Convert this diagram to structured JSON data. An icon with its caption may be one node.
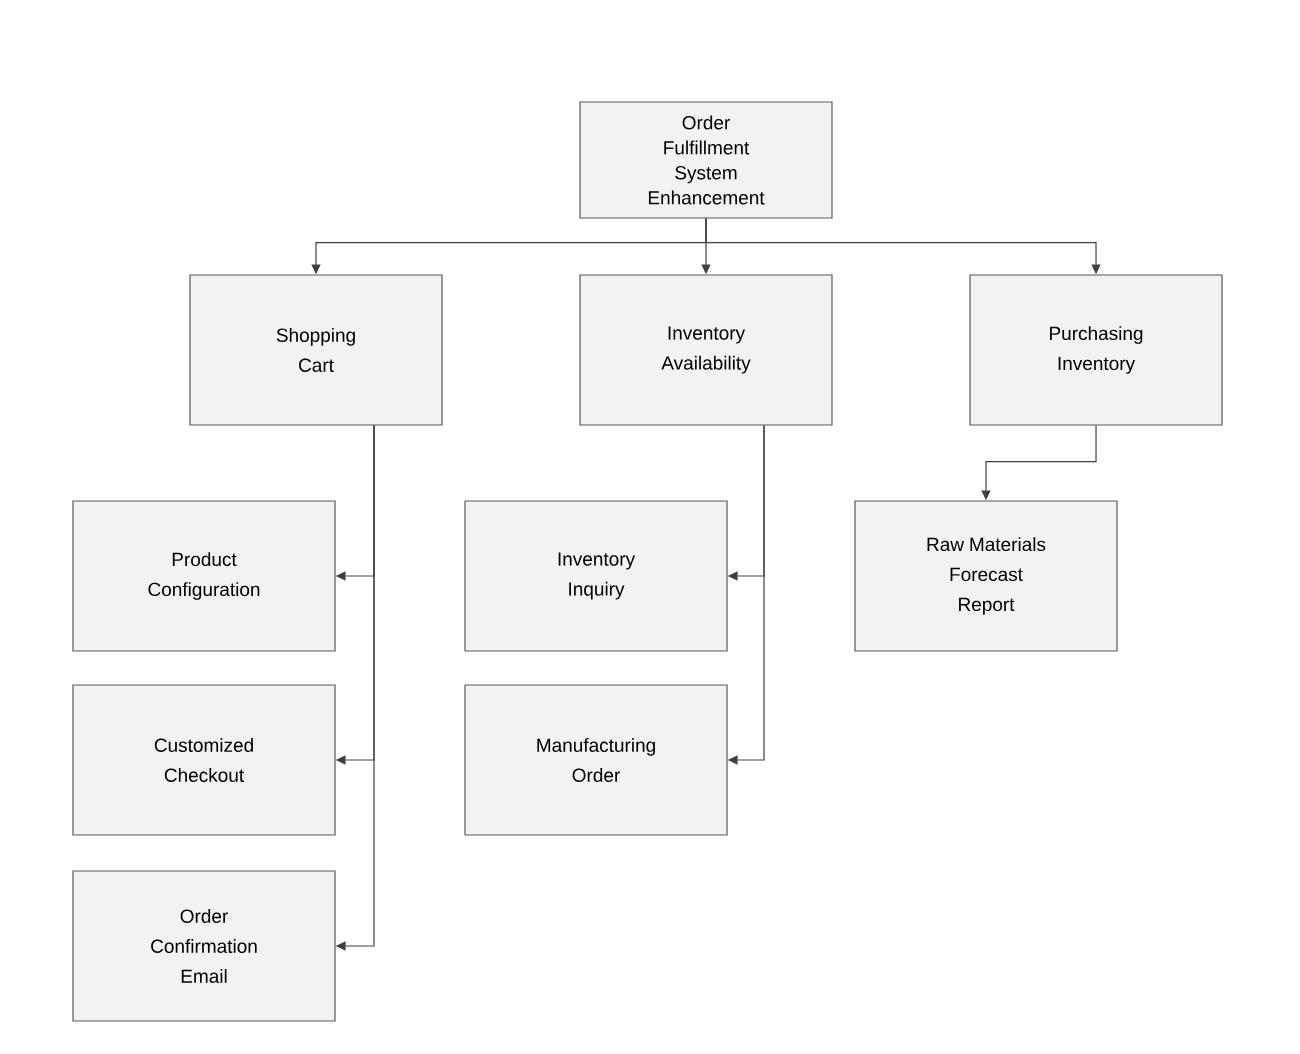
{
  "diagram": {
    "nodes": [
      {
        "text": [
          "Order Fulfillment System Enhancement"
        ]
      },
      {
        "text": [
          "Shopping Cart"
        ]
      },
      {
        "text": [
          "Inventory Availability"
        ]
      },
      {
        "text": [
          "Purchasing Inventory"
        ]
      },
      {
        "text": [
          "Product Configuration"
        ]
      },
      {
        "text": [
          "Customized Checkout"
        ]
      },
      {
        "text": [
          "Order Confirmation Email"
        ]
      },
      {
        "text": [
          "Inventory Inquiry"
        ]
      },
      {
        "text": [
          "Manufacturing Order"
        ]
      },
      {
        "text": [
          "Raw Materials Forecast Report"
        ]
      }
    ],
    "edges": [
      {
        "from": 0,
        "to": 1,
        "arrow": "to"
      },
      {
        "from": 0,
        "to": 2,
        "arrow": "to"
      },
      {
        "from": 0,
        "to": 3,
        "arrow": "to"
      },
      {
        "from": 1,
        "to": 4,
        "arrow": "to"
      },
      {
        "from": 1,
        "to": 5,
        "arrow": "to"
      },
      {
        "from": 1,
        "to": 6,
        "arrow": "to"
      },
      {
        "from": 2,
        "to": 7,
        "arrow": "to"
      },
      {
        "from": 2,
        "to": 8,
        "arrow": "to"
      },
      {
        "from": 3,
        "to": 9,
        "arrow": "to"
      }
    ]
  }
}
